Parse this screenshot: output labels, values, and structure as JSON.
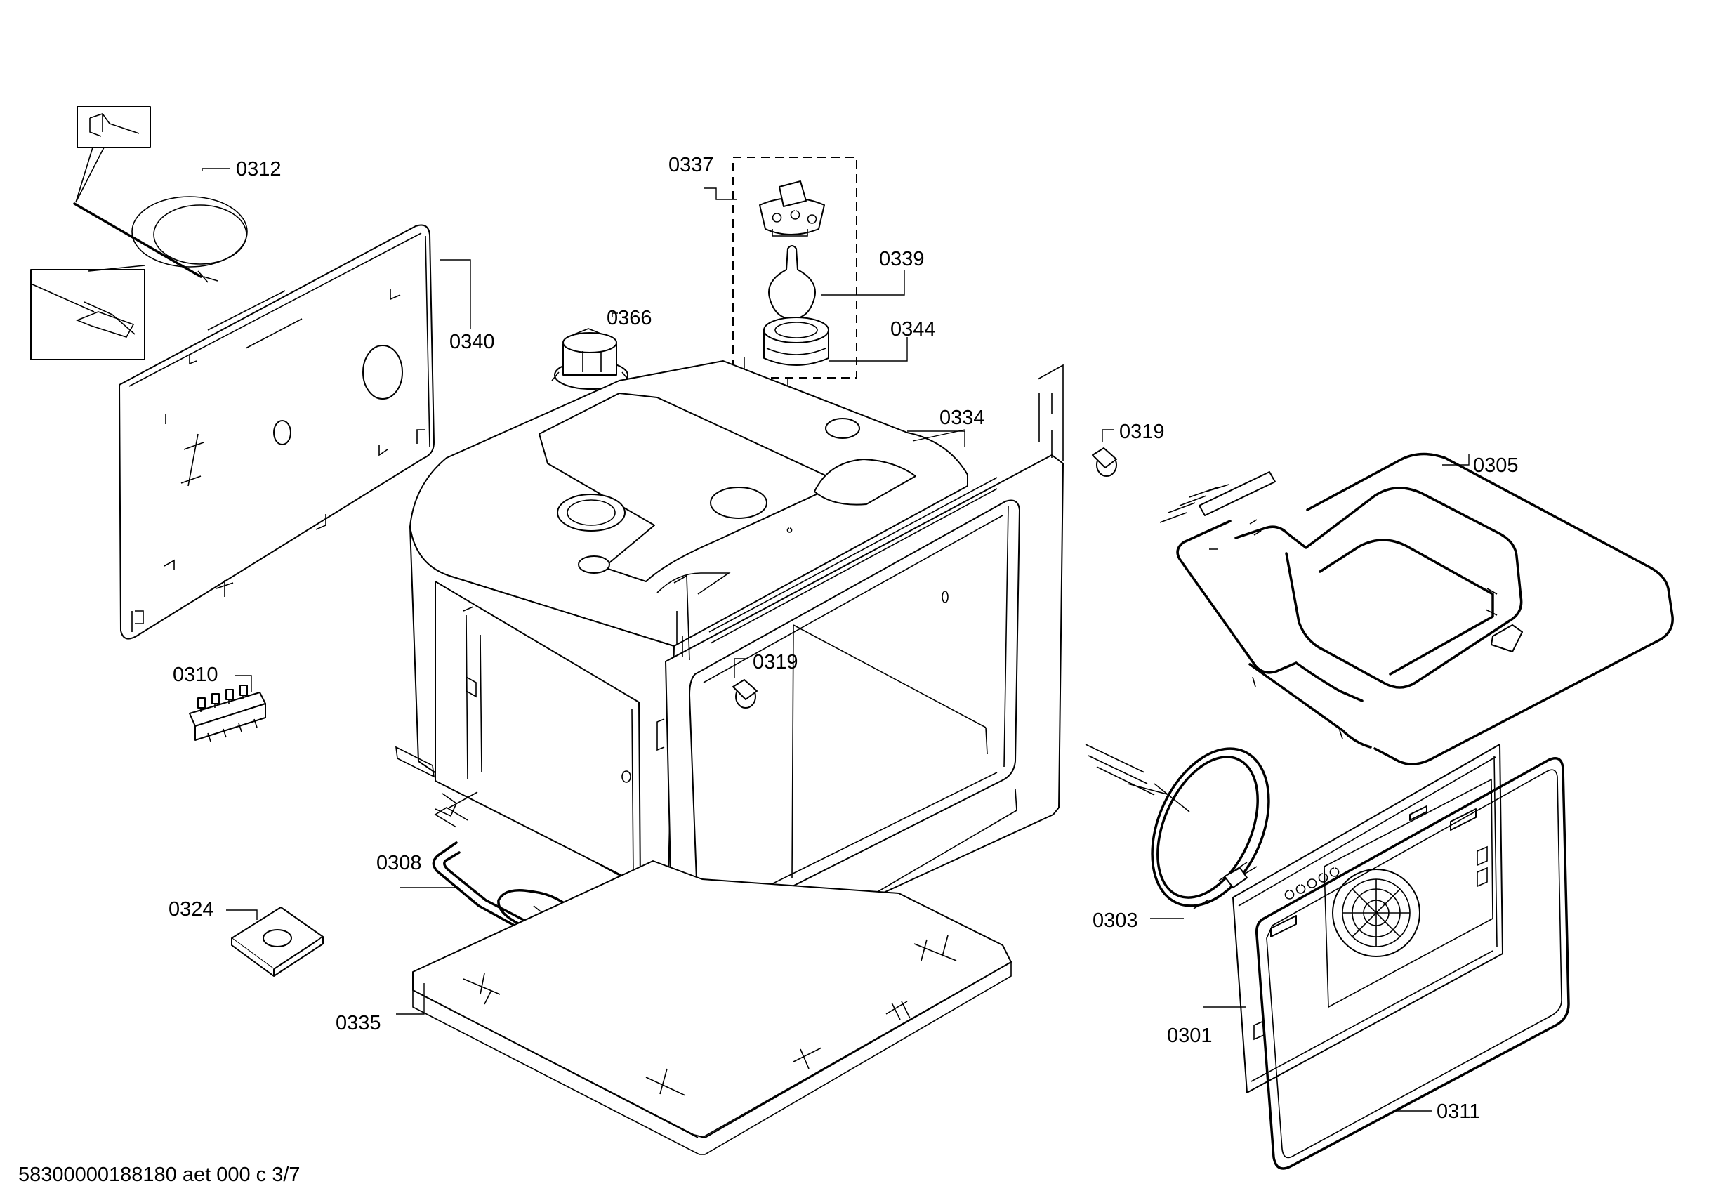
{
  "parts": [
    {
      "id": "p0312",
      "number": "0312"
    },
    {
      "id": "p0337",
      "number": "0337"
    },
    {
      "id": "p0339",
      "number": "0339"
    },
    {
      "id": "p0366",
      "number": "0366"
    },
    {
      "id": "p0344",
      "number": "0344"
    },
    {
      "id": "p0340",
      "number": "0340"
    },
    {
      "id": "p0334",
      "number": "0334"
    },
    {
      "id": "p0319a",
      "number": "0319"
    },
    {
      "id": "p0305",
      "number": "0305"
    },
    {
      "id": "p0310",
      "number": "0310"
    },
    {
      "id": "p0319b",
      "number": "0319"
    },
    {
      "id": "p0308",
      "number": "0308"
    },
    {
      "id": "p0324",
      "number": "0324"
    },
    {
      "id": "p0303",
      "number": "0303"
    },
    {
      "id": "p0335",
      "number": "0335"
    },
    {
      "id": "p0301",
      "number": "0301"
    },
    {
      "id": "p0311",
      "number": "0311"
    }
  ],
  "footer": {
    "code": "58300000188180 aet 000 c 3/7"
  }
}
